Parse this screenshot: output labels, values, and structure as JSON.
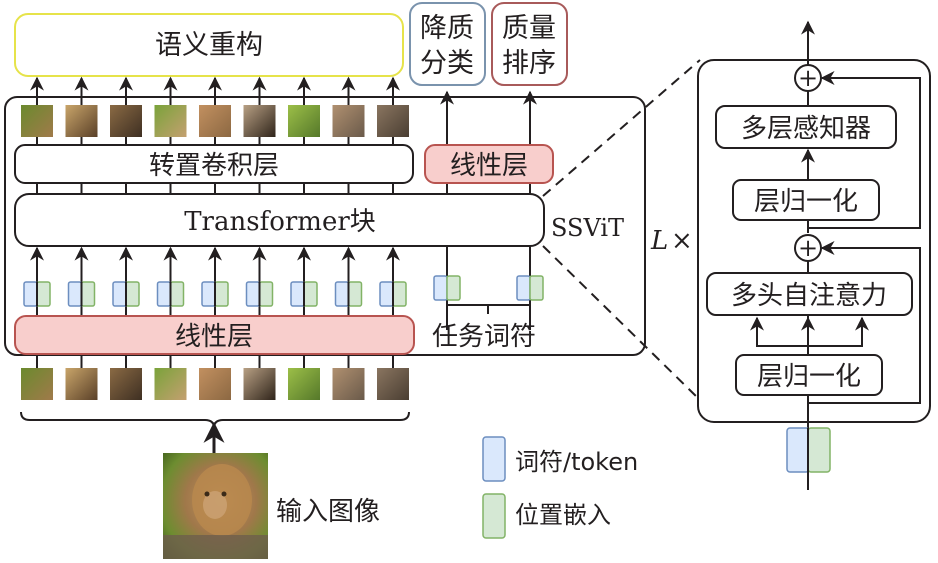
{
  "outputs": {
    "semantic_reconstruction": "语义重构",
    "degradation_classification": [
      "降质",
      "分类"
    ],
    "quality_ranking": [
      "质量",
      "排序"
    ]
  },
  "ssvit": {
    "label": "SSViT",
    "transposed_conv_layer": "转置卷积层",
    "linear_layer_top": "线性层",
    "transformer_block": "Transformer块",
    "linear_layer_bottom": "线性层",
    "task_tokens": "任务词符",
    "patch_count": 9,
    "task_token_count": 2
  },
  "repeat_label": {
    "symbol": "L",
    "times": "×"
  },
  "transformer_detail": {
    "mlp": "多层感知器",
    "layer_norm_top": "层归一化",
    "multi_head_attention": "多头自注意力",
    "layer_norm_bottom": "层归一化",
    "add_symbol": "+"
  },
  "input": {
    "label": "输入图像"
  },
  "legend": [
    {
      "label": "词符/token",
      "color": "#dae8fc",
      "border": "#6c8ebf"
    },
    {
      "label": "位置嵌入",
      "color": "#d5e8d4",
      "border": "#82b366"
    }
  ],
  "colors": {
    "semantic_box_border": "#e6e34a",
    "degradation_box_border": "#7a93ad",
    "quality_box_border": "#a85a5a",
    "linear_fill": "#f8cecc",
    "linear_border": "#b85450",
    "token_fill": "#dae8fc",
    "token_border": "#6c8ebf",
    "pos_fill": "#d5e8d4",
    "pos_border": "#82b366",
    "line": "#231f20"
  }
}
